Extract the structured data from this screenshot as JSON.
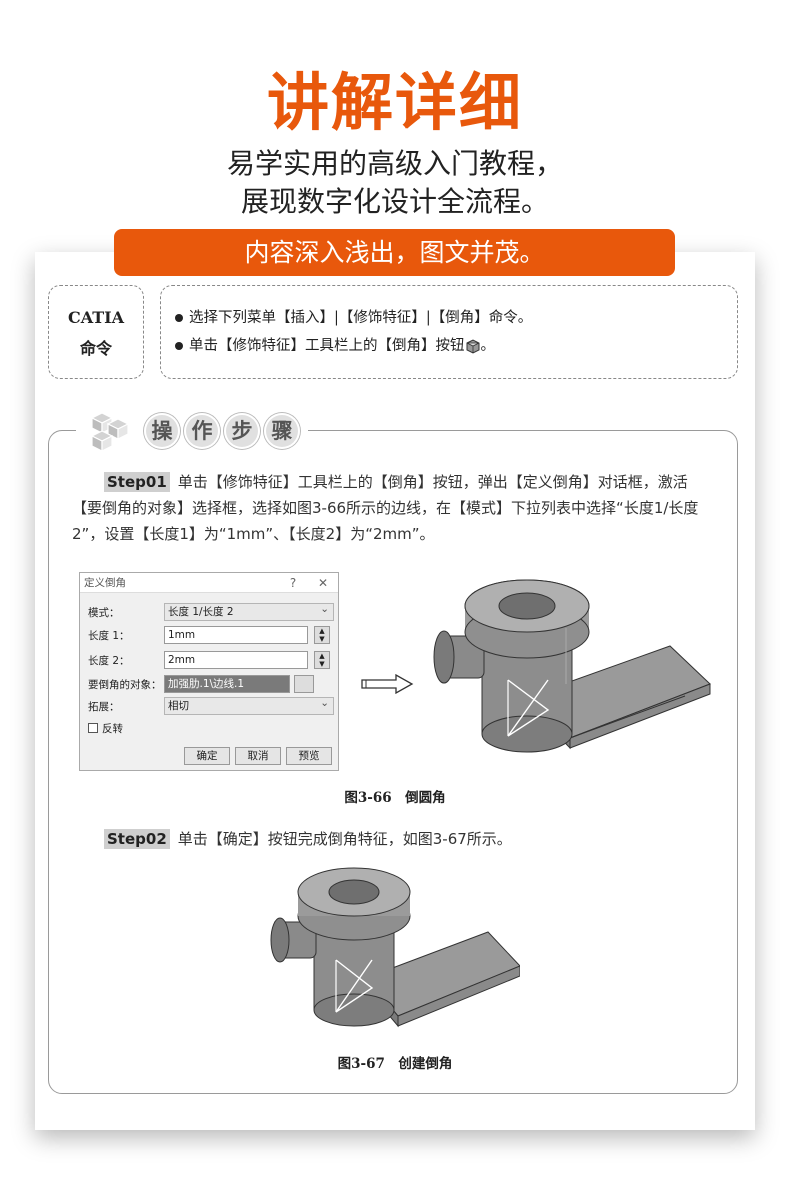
{
  "header": {
    "title": "讲解详细",
    "subtitle_line1": "易学实用的高级入门教程，",
    "subtitle_line2": "展现数字化设计全流程。",
    "banner": "内容深入浅出，图文并茂。"
  },
  "command_box": {
    "label_line1": "CATIA",
    "label_line2": "命令",
    "item1": "选择下列菜单【插入】|【修饰特征】|【倒角】命令。",
    "item2_before": "单击【修饰特征】工具栏上的【倒角】按钮",
    "item2_after": "。"
  },
  "steps_section": {
    "title_chars": [
      "操",
      "作",
      "步",
      "骤"
    ],
    "step1_tag": "Step01",
    "step1_text": "单击【修饰特征】工具栏上的【倒角】按钮，弹出【定义倒角】对话框，激活【要倒角的对象】选择框，选择如图3-66所示的边线，在【模式】下拉列表中选择“长度1/长度2”，设置【长度1】为“1mm”、【长度2】为“2mm”。",
    "step2_tag": "Step02",
    "step2_text": "单击【确定】按钮完成倒角特征，如图3-67所示。"
  },
  "dialog": {
    "title": "定义倒角",
    "help": "?",
    "close": "✕",
    "mode_label": "模式：",
    "mode_value": "长度 1/长度 2",
    "len1_label": "长度 1：",
    "len1_value": "1mm",
    "len2_label": "长度 2：",
    "len2_value": "2mm",
    "object_label": "要倒角的对象：",
    "object_value": "加强肋.1\\边线.1",
    "extend_label": "拓展：",
    "extend_value": "相切",
    "reverse_label": "反转",
    "ok": "确定",
    "cancel": "取消",
    "preview": "预览"
  },
  "figures": {
    "fig66_caption": "图3-66　倒圆角",
    "fig67_caption": "图3-67　创建倒角"
  }
}
